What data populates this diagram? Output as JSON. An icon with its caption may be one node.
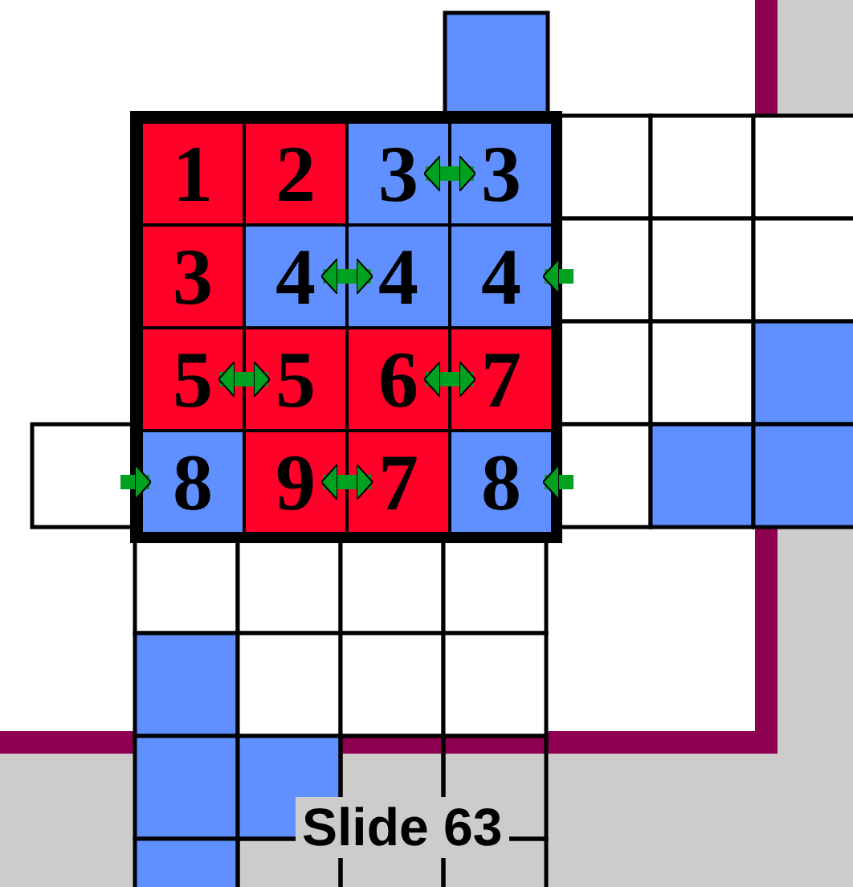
{
  "diagram": {
    "nodes": [
      {
        "text": [
          "1"
        ]
      },
      {
        "text": [
          "2"
        ]
      },
      {
        "text": [
          "3"
        ]
      },
      {
        "text": [
          "3"
        ]
      },
      {
        "text": [
          "3"
        ]
      },
      {
        "text": [
          "4"
        ]
      },
      {
        "text": [
          "4"
        ]
      },
      {
        "text": [
          "4"
        ]
      },
      {
        "text": [
          "5"
        ]
      },
      {
        "text": [
          "5"
        ]
      },
      {
        "text": [
          "6"
        ]
      },
      {
        "text": [
          "7"
        ]
      },
      {
        "text": [
          "8"
        ]
      },
      {
        "text": [
          "9"
        ]
      },
      {
        "text": [
          "7"
        ]
      },
      {
        "text": [
          "8"
        ]
      }
    ],
    "edges": [
      {
        "from": 2,
        "to": 3,
        "arrow": "both"
      },
      {
        "from": 5,
        "to": 6,
        "arrow": "both"
      },
      {
        "from": null,
        "to": 7,
        "arrow": "to"
      },
      {
        "from": 8,
        "to": 9,
        "arrow": "both"
      },
      {
        "from": 10,
        "to": 11,
        "arrow": "both"
      },
      {
        "from": null,
        "to": 12,
        "arrow": "to"
      },
      {
        "from": 13,
        "to": 14,
        "arrow": "both"
      },
      {
        "from": null,
        "to": 15,
        "arrow": "to"
      }
    ],
    "labels": [
      "Slide 63"
    ]
  }
}
